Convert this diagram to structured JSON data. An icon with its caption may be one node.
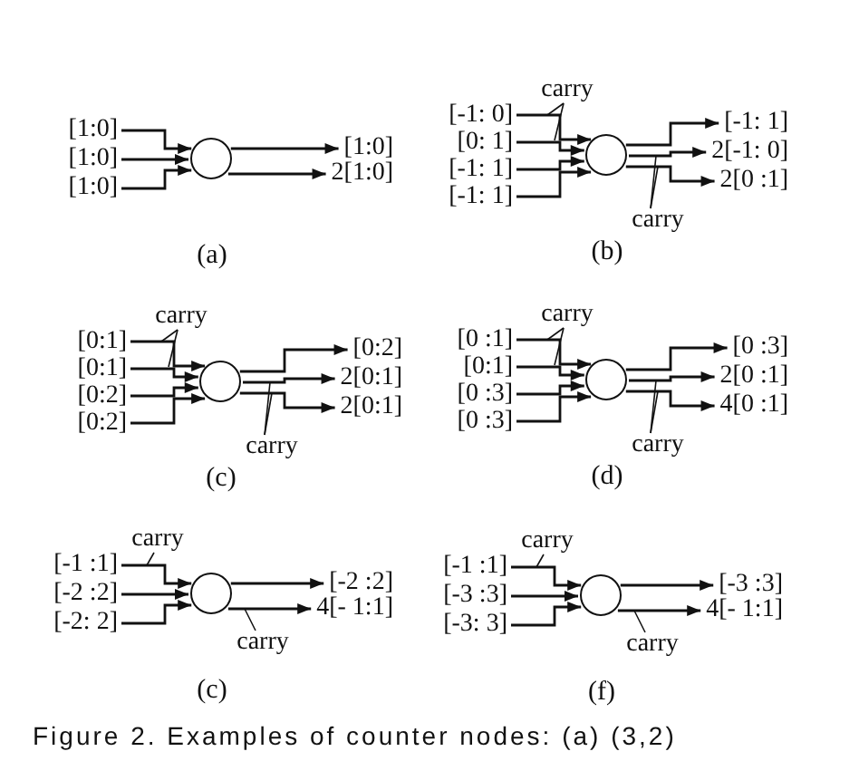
{
  "diagram": {
    "caption": "Figure 2. Examples of counter nodes: (a) (3,2)",
    "nodes": [
      {
        "text": [
          "[1:0]"
        ]
      },
      {
        "text": [
          "[1:0]"
        ]
      },
      {
        "text": [
          "[1:0]"
        ]
      },
      {
        "text": [],
        "shape": "circle"
      },
      {
        "text": [
          "[1:0]"
        ]
      },
      {
        "text": [
          "2[1:0]"
        ]
      },
      {
        "text": [
          "carry"
        ]
      },
      {
        "text": [
          "[-1: 0]"
        ]
      },
      {
        "text": [
          "[0: 1]"
        ]
      },
      {
        "text": [
          "[-1: 1]"
        ]
      },
      {
        "text": [
          "[-1: 1]"
        ]
      },
      {
        "text": [],
        "shape": "circle"
      },
      {
        "text": [
          "[-1: 1]"
        ]
      },
      {
        "text": [
          "2[-1: 0]"
        ]
      },
      {
        "text": [
          "2[0 :1]"
        ]
      },
      {
        "text": [
          "carry"
        ]
      },
      {
        "text": [
          "carry"
        ]
      },
      {
        "text": [
          "[0:1]"
        ]
      },
      {
        "text": [
          "[0:1]"
        ]
      },
      {
        "text": [
          "[0:2]"
        ]
      },
      {
        "text": [
          "[0:2]"
        ]
      },
      {
        "text": [],
        "shape": "circle"
      },
      {
        "text": [
          "[0:2]"
        ]
      },
      {
        "text": [
          "2[0:1]"
        ]
      },
      {
        "text": [
          "2[0:1]"
        ]
      },
      {
        "text": [
          "carry"
        ]
      },
      {
        "text": [
          "carry"
        ]
      },
      {
        "text": [
          "[0 :1]"
        ]
      },
      {
        "text": [
          "[0:1]"
        ]
      },
      {
        "text": [
          "[0 :3]"
        ]
      },
      {
        "text": [
          "[0 :3]"
        ]
      },
      {
        "text": [],
        "shape": "circle"
      },
      {
        "text": [
          "[0 :3]"
        ]
      },
      {
        "text": [
          "2[0 :1]"
        ]
      },
      {
        "text": [
          "4[0 :1]"
        ]
      },
      {
        "text": [
          "carry"
        ]
      },
      {
        "text": [
          "carry"
        ]
      },
      {
        "text": [
          "[-1 :1]"
        ]
      },
      {
        "text": [
          "[-2 :2]"
        ]
      },
      {
        "text": [
          "[-2: 2]"
        ]
      },
      {
        "text": [],
        "shape": "circle"
      },
      {
        "text": [
          "[-2 :2]"
        ]
      },
      {
        "text": [
          "4[- 1:1]"
        ]
      },
      {
        "text": [
          "carry"
        ]
      },
      {
        "text": [
          "carry"
        ]
      },
      {
        "text": [
          "[-1 :1]"
        ]
      },
      {
        "text": [
          "[-3 :3]"
        ]
      },
      {
        "text": [
          "[-3: 3]"
        ]
      },
      {
        "text": [],
        "shape": "circle"
      },
      {
        "text": [
          "[-3 :3]"
        ]
      },
      {
        "text": [
          "4[- 1:1]"
        ]
      },
      {
        "text": [
          "carry"
        ]
      }
    ],
    "edges": [
      {
        "from": 0,
        "to": 3,
        "arrow": "to"
      },
      {
        "from": 1,
        "to": 3,
        "arrow": "to"
      },
      {
        "from": 2,
        "to": 3,
        "arrow": "to"
      },
      {
        "from": 3,
        "to": 4,
        "arrow": "to"
      },
      {
        "from": 3,
        "to": 5,
        "arrow": "to"
      },
      {
        "from": 7,
        "to": 11,
        "arrow": "to"
      },
      {
        "from": 8,
        "to": 11,
        "arrow": "to"
      },
      {
        "from": 9,
        "to": 11,
        "arrow": "to"
      },
      {
        "from": 10,
        "to": 11,
        "arrow": "to"
      },
      {
        "from": 11,
        "to": 12,
        "arrow": "to"
      },
      {
        "from": 11,
        "to": 13,
        "arrow": "to"
      },
      {
        "from": 11,
        "to": 14,
        "arrow": "to"
      },
      {
        "from": 6,
        "to": null,
        "arrow": "none"
      },
      {
        "from": 6,
        "to": null,
        "arrow": "none"
      },
      {
        "from": 15,
        "to": null,
        "arrow": "none"
      },
      {
        "from": 15,
        "to": null,
        "arrow": "none"
      },
      {
        "from": 17,
        "to": 21,
        "arrow": "to"
      },
      {
        "from": 18,
        "to": 21,
        "arrow": "to"
      },
      {
        "from": 19,
        "to": 21,
        "arrow": "to"
      },
      {
        "from": 20,
        "to": 21,
        "arrow": "to"
      },
      {
        "from": 21,
        "to": 22,
        "arrow": "to"
      },
      {
        "from": 21,
        "to": 23,
        "arrow": "to"
      },
      {
        "from": 21,
        "to": 24,
        "arrow": "to"
      },
      {
        "from": 16,
        "to": null,
        "arrow": "none"
      },
      {
        "from": 16,
        "to": null,
        "arrow": "none"
      },
      {
        "from": 25,
        "to": null,
        "arrow": "none"
      },
      {
        "from": 25,
        "to": null,
        "arrow": "none"
      },
      {
        "from": 27,
        "to": 31,
        "arrow": "to"
      },
      {
        "from": 28,
        "to": 31,
        "arrow": "to"
      },
      {
        "from": 29,
        "to": 31,
        "arrow": "to"
      },
      {
        "from": 30,
        "to": 31,
        "arrow": "to"
      },
      {
        "from": 31,
        "to": 32,
        "arrow": "to"
      },
      {
        "from": 31,
        "to": 33,
        "arrow": "to"
      },
      {
        "from": 31,
        "to": 34,
        "arrow": "to"
      },
      {
        "from": 26,
        "to": null,
        "arrow": "none"
      },
      {
        "from": 26,
        "to": null,
        "arrow": "none"
      },
      {
        "from": 35,
        "to": null,
        "arrow": "none"
      },
      {
        "from": 35,
        "to": null,
        "arrow": "none"
      },
      {
        "from": 37,
        "to": 40,
        "arrow": "to"
      },
      {
        "from": 38,
        "to": 40,
        "arrow": "to"
      },
      {
        "from": 39,
        "to": 40,
        "arrow": "to"
      },
      {
        "from": 40,
        "to": 41,
        "arrow": "to"
      },
      {
        "from": 40,
        "to": 42,
        "arrow": "to"
      },
      {
        "from": 36,
        "to": null,
        "arrow": "none"
      },
      {
        "from": 43,
        "to": null,
        "arrow": "none"
      },
      {
        "from": 45,
        "to": 48,
        "arrow": "to"
      },
      {
        "from": 46,
        "to": 48,
        "arrow": "to"
      },
      {
        "from": 47,
        "to": 48,
        "arrow": "to"
      },
      {
        "from": 48,
        "to": 49,
        "arrow": "to"
      },
      {
        "from": 48,
        "to": 50,
        "arrow": "to"
      },
      {
        "from": 44,
        "to": null,
        "arrow": "none"
      },
      {
        "from": 51,
        "to": null,
        "arrow": "none"
      }
    ],
    "labels": [
      "(a)",
      "(b)",
      "(c)",
      "(d)",
      "(c)",
      "(f)"
    ]
  }
}
